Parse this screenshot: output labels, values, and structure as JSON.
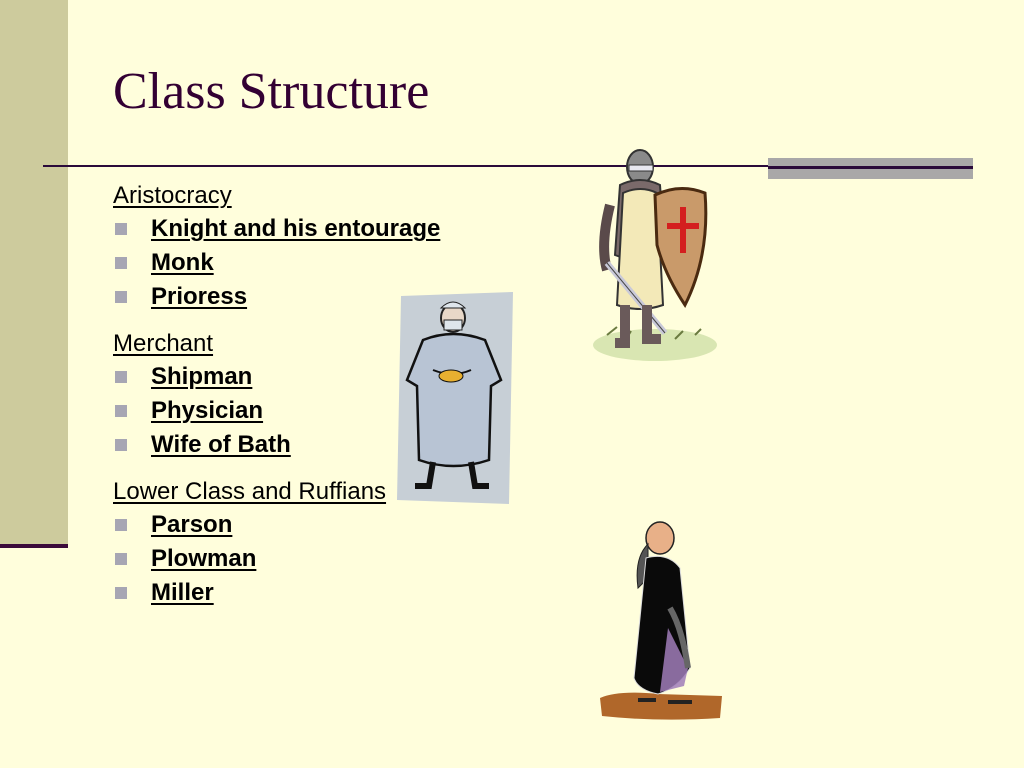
{
  "slide": {
    "title": "Class Structure",
    "colors": {
      "background": "#fffedc",
      "left_bar": "#cdcb9d",
      "rule": "#2a0a3a",
      "title": "#330033",
      "bullet": "#a7a6b3",
      "accent_bar": "#a9a8a8"
    }
  },
  "groups": [
    {
      "heading": "Aristocracy",
      "items": [
        "Knight and his entourage",
        "Monk",
        "Prioress"
      ]
    },
    {
      "heading": "Merchant",
      "items": [
        "Shipman",
        "Physician",
        "Wife of Bath"
      ]
    },
    {
      "heading": "Lower Class and Ruffians",
      "items": [
        "Parson",
        "Plowman",
        "Miller"
      ]
    }
  ],
  "images": [
    {
      "name": "knight-clipart",
      "description": "knight with shield and sword"
    },
    {
      "name": "physician-clipart",
      "description": "surgeon in gown and mask"
    },
    {
      "name": "monk-clipart",
      "description": "bald monk in black robe"
    }
  ]
}
